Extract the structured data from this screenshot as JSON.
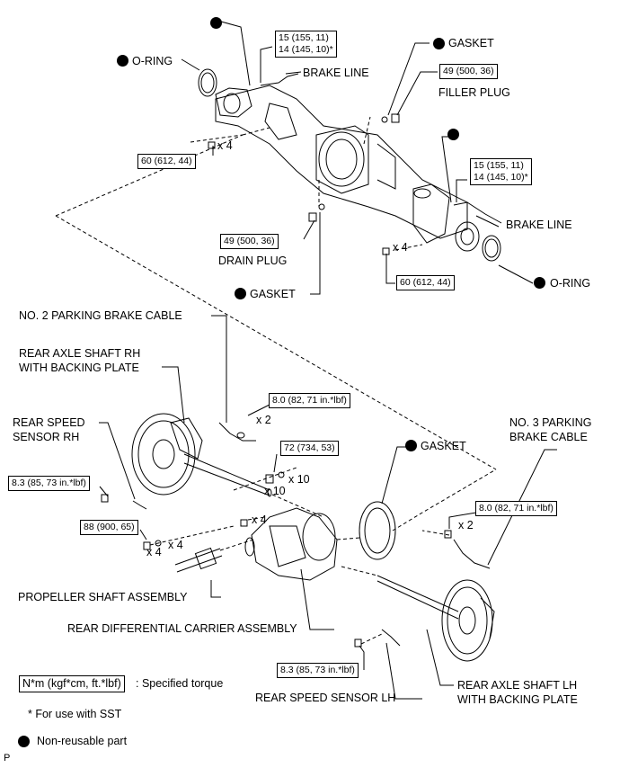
{
  "parts": {
    "o_ring": "O-RING",
    "brake_line": "BRAKE LINE",
    "gasket": "GASKET",
    "filler_plug": "FILLER PLUG",
    "drain_plug": "DRAIN PLUG",
    "no2_parking_brake_cable": "NO. 2 PARKING BRAKE CABLE",
    "rear_axle_shaft_rh_1": "REAR AXLE SHAFT RH",
    "rear_axle_shaft_rh_2": "WITH BACKING PLATE",
    "rear_speed_sensor_rh_1": "REAR SPEED",
    "rear_speed_sensor_rh_2": "SENSOR RH",
    "no3_parking_brake_cable_1": "NO. 3 PARKING",
    "no3_parking_brake_cable_2": "BRAKE CABLE",
    "propeller_shaft_assembly": "PROPELLER SHAFT ASSEMBLY",
    "rear_differential_carrier_assembly": "REAR DIFFERENTIAL CARRIER ASSEMBLY",
    "rear_speed_sensor_lh": "REAR SPEED SENSOR LH",
    "rear_axle_shaft_lh_1": "REAR AXLE SHAFT LH",
    "rear_axle_shaft_lh_2": "WITH BACKING PLATE"
  },
  "torques": {
    "brake_line_top_1": "15 (155, 11)",
    "brake_line_top_2": "14 (145, 10)*",
    "filler_plug": "49 (500, 36)",
    "brake_line_right_1": "15 (155, 11)",
    "brake_line_right_2": "14 (145, 10)*",
    "left_bolts": "60 (612, 44)",
    "drain_plug": "49 (500, 36)",
    "right_bolts": "60 (612, 44)",
    "parking_cable_rh": "8.0 (82, 71 in.*lbf)",
    "carrier_nuts": "72 (734, 53)",
    "speed_sensor_rh": "8.3 (85, 73 in.*lbf)",
    "propeller_bolts": "88 (900, 65)",
    "parking_cable_lh": "8.0 (82, 71 in.*lbf)",
    "speed_sensor_lh": "8.3 (85, 73 in.*lbf)"
  },
  "quantities": {
    "x4_left": "x 4",
    "x4_right": "x 4",
    "x2_rh": "x 2",
    "x10_a": "x 10",
    "x10_b": "x 10",
    "x4_carrier": "x 4",
    "x4_prop_a": "x 4",
    "x4_prop_b": "x 4",
    "x2_lh": "x 2"
  },
  "legend": {
    "torque_unit": "N*m (kgf*cm, ft.*lbf)",
    "torque_desc": ": Specified torque",
    "sst_note": "* For use with SST",
    "non_reusable": "Non-reusable part"
  },
  "corner_mark": "P"
}
